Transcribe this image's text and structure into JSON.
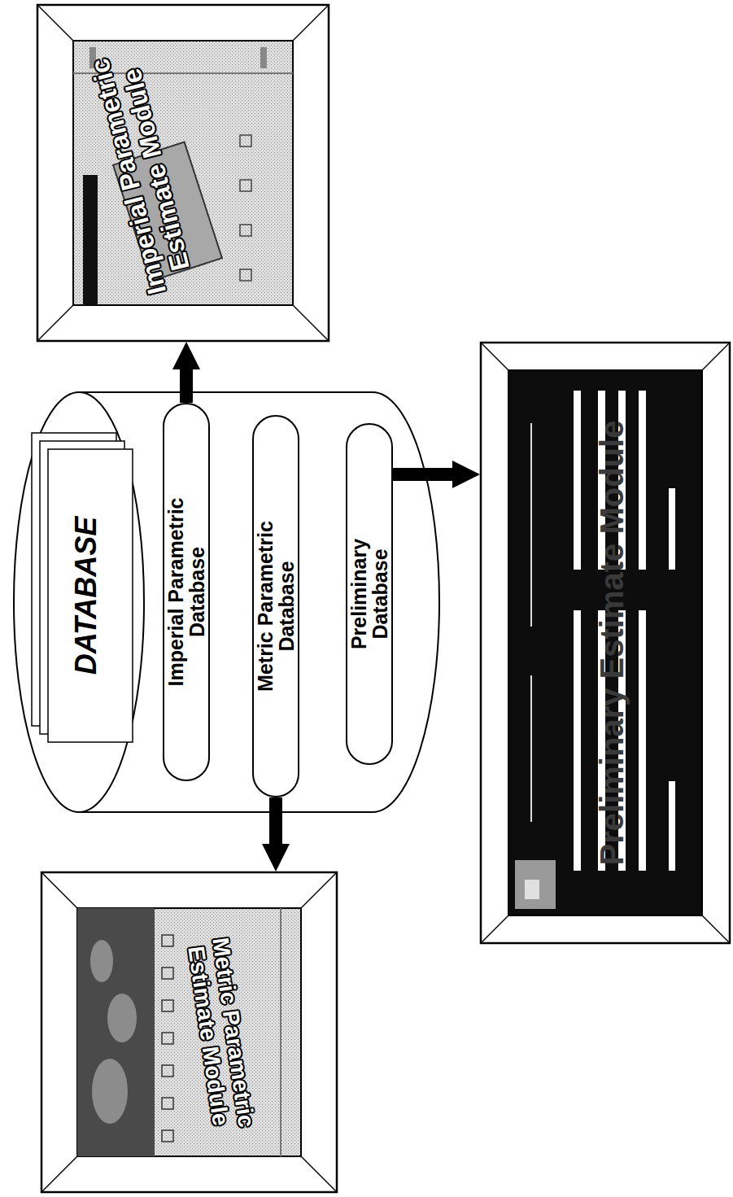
{
  "diagram": {
    "nodes": [
      {
        "text": [
          "DATABASE"
        ]
      },
      {
        "text": [
          "Imperial Parametric Database"
        ],
        "in": 0
      },
      {
        "text": [
          "Metric Parametric Database"
        ],
        "in": 0
      },
      {
        "text": [
          "Preliminary Database"
        ],
        "in": 0
      },
      {
        "text": [
          "Imperial Parametric Estimate Module"
        ]
      },
      {
        "text": [
          "Metric Parametric Estimate Module"
        ]
      },
      {
        "text": [
          "Preliminary Estimate Module"
        ]
      }
    ],
    "edges": [
      {
        "from": 1,
        "to": 4,
        "arrow": "to"
      },
      {
        "from": 2,
        "to": 5,
        "arrow": "to"
      },
      {
        "from": 3,
        "to": 6,
        "arrow": "to"
      }
    ]
  }
}
